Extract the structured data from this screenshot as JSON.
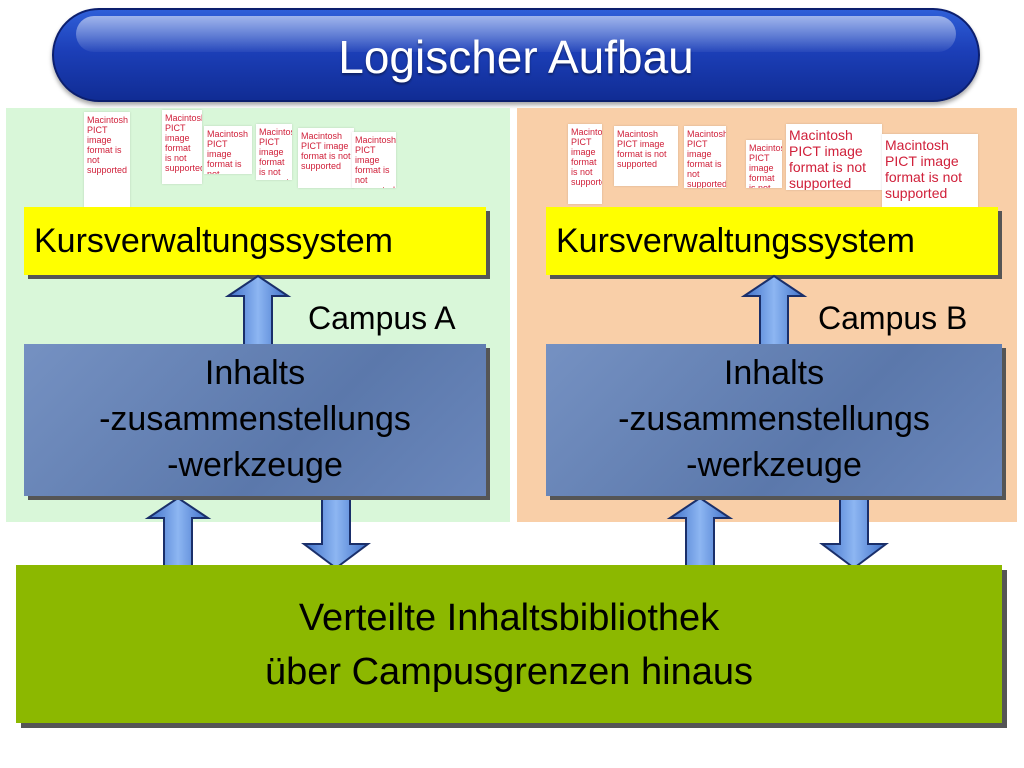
{
  "slide": {
    "title": "Logischer Aufbau"
  },
  "campus_a": {
    "label": "Campus A",
    "kvs": "Kursverwaltungssystem",
    "tool_lines": [
      "Inhalts",
      "-zusammenstellungs",
      "-werkzeuge"
    ],
    "placeholders": [
      "Macintosh PICT image format is not supported",
      "Macintosh PICT image format is not supported",
      "Macintosh PICT image format is not supported",
      "Macintosh PICT image format is not supported",
      "Macintosh PICT image format is not supported",
      "Macintosh PICT image format is not supported"
    ]
  },
  "campus_b": {
    "label": "Campus B",
    "kvs": "Kursverwaltungssystem",
    "tool_lines": [
      "Inhalts",
      "-zusammenstellungs",
      "-werkzeuge"
    ],
    "placeholders": [
      "Macintosh PICT image format is not supported",
      "Macintosh PICT image format is not supported",
      "Macintosh PICT image format is not supported",
      "Macintosh PICT image format is not supported",
      "Macintosh PICT image format is not supported",
      "Macintosh PICT image format is not supported"
    ]
  },
  "library": {
    "lines": [
      "Verteilte Inhaltsbibliothek",
      "über Campusgrenzen hinaus"
    ]
  },
  "colors": {
    "title_bar": "#1c3fb8",
    "campus_a_bg": "#d9f7d9",
    "campus_b_bg": "#f9cfa8",
    "kvs_box": "#ffff00",
    "tool_box": "#6685b8",
    "library_box": "#8cb800",
    "arrow": "#6f9ee6"
  }
}
